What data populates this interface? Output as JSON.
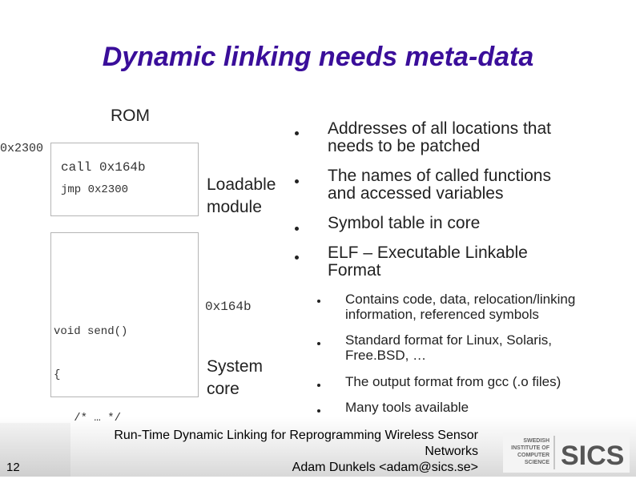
{
  "slide": {
    "title": "Dynamic linking needs meta-data",
    "rom_label": "ROM",
    "addr_2300": "0x2300",
    "code_call": "call 0x164b",
    "code_jmp": "jmp 0x2300",
    "loadable_line1": "Loadable",
    "loadable_line2": "module",
    "code_block": [
      "void send()",
      "{",
      "   /* … */",
      "}"
    ],
    "addr_164b": "0x164b",
    "system_line1": "System",
    "system_line2": "core",
    "bullets": [
      {
        "line1": "Addresses of all locations that",
        "line2": "needs to be patched"
      },
      {
        "line1": "The names of called functions",
        "line2": "and accessed variables"
      },
      {
        "line1": "Symbol table in core",
        "line2": ""
      },
      {
        "line1": "ELF – Executable Linkable",
        "line2": "Format"
      }
    ],
    "sub_bullets": [
      {
        "line1": "Contains code, data, relocation/linking",
        "line2": "information, referenced symbols"
      },
      {
        "line1": "Standard format for Linux, Solaris,",
        "line2": "Free.BSD, …"
      },
      {
        "line1": "The output format from gcc (.o files)",
        "line2": ""
      },
      {
        "line1": "Many tools available",
        "line2": ""
      }
    ]
  },
  "footer": {
    "line1": "Run-Time Dynamic Linking for Reprogramming Wireless Sensor",
    "line2": "Networks",
    "line3": "Adam Dunkels <adam@sics.se>",
    "page_number": "12"
  },
  "logo": {
    "lines": [
      "SWEDISH",
      "INSTITUTE OF",
      "COMPUTER",
      "SCIENCE"
    ],
    "mark": "SICS",
    "color": "#555555"
  }
}
